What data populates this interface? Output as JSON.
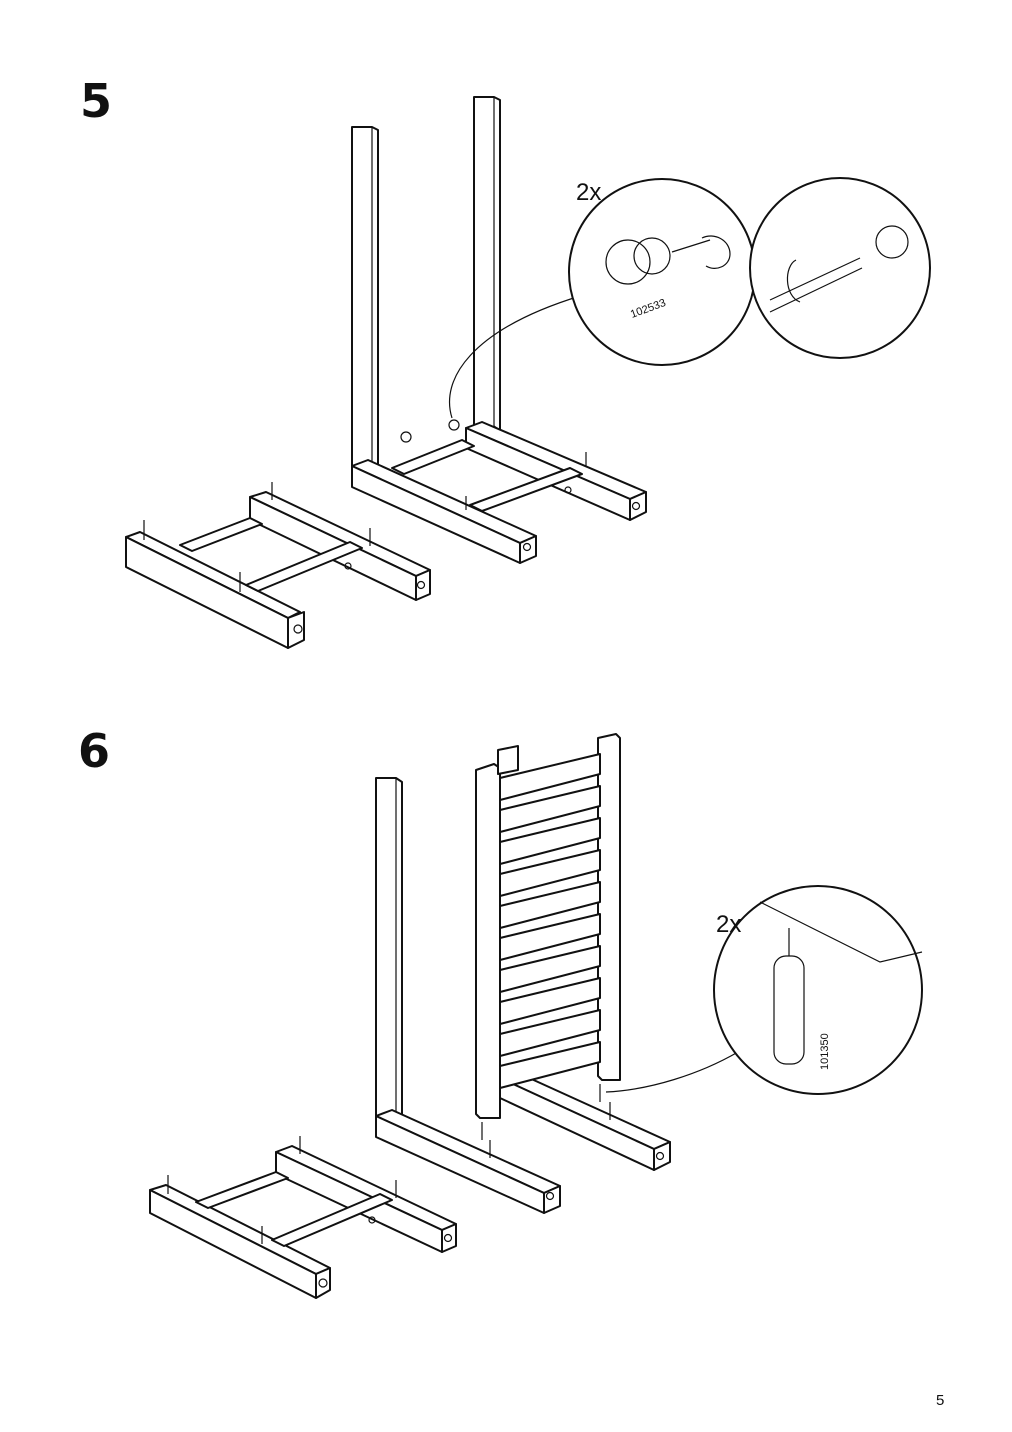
{
  "page": {
    "number": "5"
  },
  "steps": [
    {
      "number": "5",
      "detail_quantity": "2x",
      "part_id": "102533",
      "icon": "cam-lock-fitting-icon"
    },
    {
      "number": "6",
      "detail_quantity": "2x",
      "part_id": "101350",
      "icon": "wooden-dowel-icon"
    }
  ]
}
